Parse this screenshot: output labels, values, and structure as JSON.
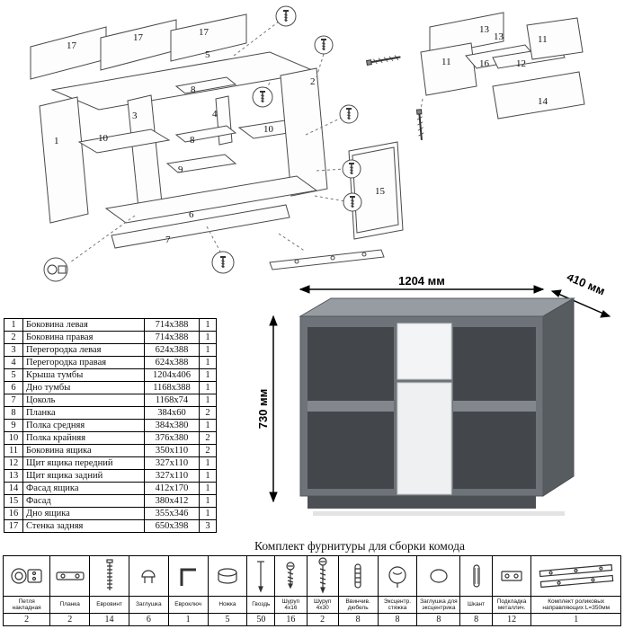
{
  "diagram": {
    "main_callouts": [
      "17",
      "17",
      "17",
      "5",
      "1",
      "3",
      "10",
      "8",
      "4",
      "8",
      "10",
      "9",
      "2",
      "15",
      "6",
      "7"
    ],
    "right_callouts": [
      "13",
      "13",
      "11",
      "16",
      "12",
      "11",
      "14"
    ]
  },
  "render": {
    "width_label": "1204 мм",
    "depth_label": "410 мм",
    "height_label": "730 мм"
  },
  "parts_table": {
    "rows": [
      {
        "num": "1",
        "name": "Боковина левая",
        "size": "714x388",
        "qty": "1"
      },
      {
        "num": "2",
        "name": "Боковина правая",
        "size": "714x388",
        "qty": "1"
      },
      {
        "num": "3",
        "name": "Перегородка левая",
        "size": "624x388",
        "qty": "1"
      },
      {
        "num": "4",
        "name": "Перегородка правая",
        "size": "624x388",
        "qty": "1"
      },
      {
        "num": "5",
        "name": "Крыша тумбы",
        "size": "1204x406",
        "qty": "1"
      },
      {
        "num": "6",
        "name": "Дно тумбы",
        "size": "1168x388",
        "qty": "1"
      },
      {
        "num": "7",
        "name": "Цоколь",
        "size": "1168x74",
        "qty": "1"
      },
      {
        "num": "8",
        "name": "Планка",
        "size": "384x60",
        "qty": "2"
      },
      {
        "num": "9",
        "name": "Полка средняя",
        "size": "384x380",
        "qty": "1"
      },
      {
        "num": "10",
        "name": "Полка крайняя",
        "size": "376x380",
        "qty": "2"
      },
      {
        "num": "11",
        "name": "Боковина ящика",
        "size": "350x110",
        "qty": "2"
      },
      {
        "num": "12",
        "name": "Щит ящика передний",
        "size": "327x110",
        "qty": "1"
      },
      {
        "num": "13",
        "name": "Щит ящика задний",
        "size": "327x110",
        "qty": "1"
      },
      {
        "num": "14",
        "name": "Фасад ящика",
        "size": "412x170",
        "qty": "1"
      },
      {
        "num": "15",
        "name": "Фасад",
        "size": "380x412",
        "qty": "1"
      },
      {
        "num": "16",
        "name": "Дно ящика",
        "size": "355x346",
        "qty": "1"
      },
      {
        "num": "17",
        "name": "Стенка задняя",
        "size": "650x398",
        "qty": "3"
      }
    ]
  },
  "hardware": {
    "title": "Комплект фурнитуры для сборки комода",
    "items": [
      {
        "name": "Петля накладная",
        "qty": "2",
        "icon": "hinge-icon"
      },
      {
        "name": "Планка",
        "qty": "2",
        "icon": "plate-icon"
      },
      {
        "name": "Евровинт",
        "qty": "14",
        "icon": "euro-screw-icon"
      },
      {
        "name": "Заглушка",
        "qty": "6",
        "icon": "plug-icon"
      },
      {
        "name": "Евроключ",
        "qty": "1",
        "icon": "hex-key-icon"
      },
      {
        "name": "Ножка",
        "qty": "5",
        "icon": "leg-icon"
      },
      {
        "name": "Гвоздь",
        "qty": "50",
        "icon": "nail-icon"
      },
      {
        "name": "Шуруп 4x16",
        "qty": "16",
        "icon": "wood-screw-short-icon"
      },
      {
        "name": "Шуруп 4x30",
        "qty": "2",
        "icon": "wood-screw-long-icon"
      },
      {
        "name": "Ввинчив. дюбель",
        "qty": "8",
        "icon": "threaded-dowel-icon"
      },
      {
        "name": "Эксцентр. стяжка",
        "qty": "8",
        "icon": "cam-lock-icon"
      },
      {
        "name": "Заглушка для эксцентрика",
        "qty": "8",
        "icon": "cam-cap-icon"
      },
      {
        "name": "Шкант",
        "qty": "8",
        "icon": "dowel-icon"
      },
      {
        "name": "Подкладка металлич.",
        "qty": "12",
        "icon": "metal-pad-icon"
      },
      {
        "name": "Комплект роликовых направляющих L=350мм",
        "qty": "1",
        "icon": "roller-guide-icon"
      }
    ]
  }
}
